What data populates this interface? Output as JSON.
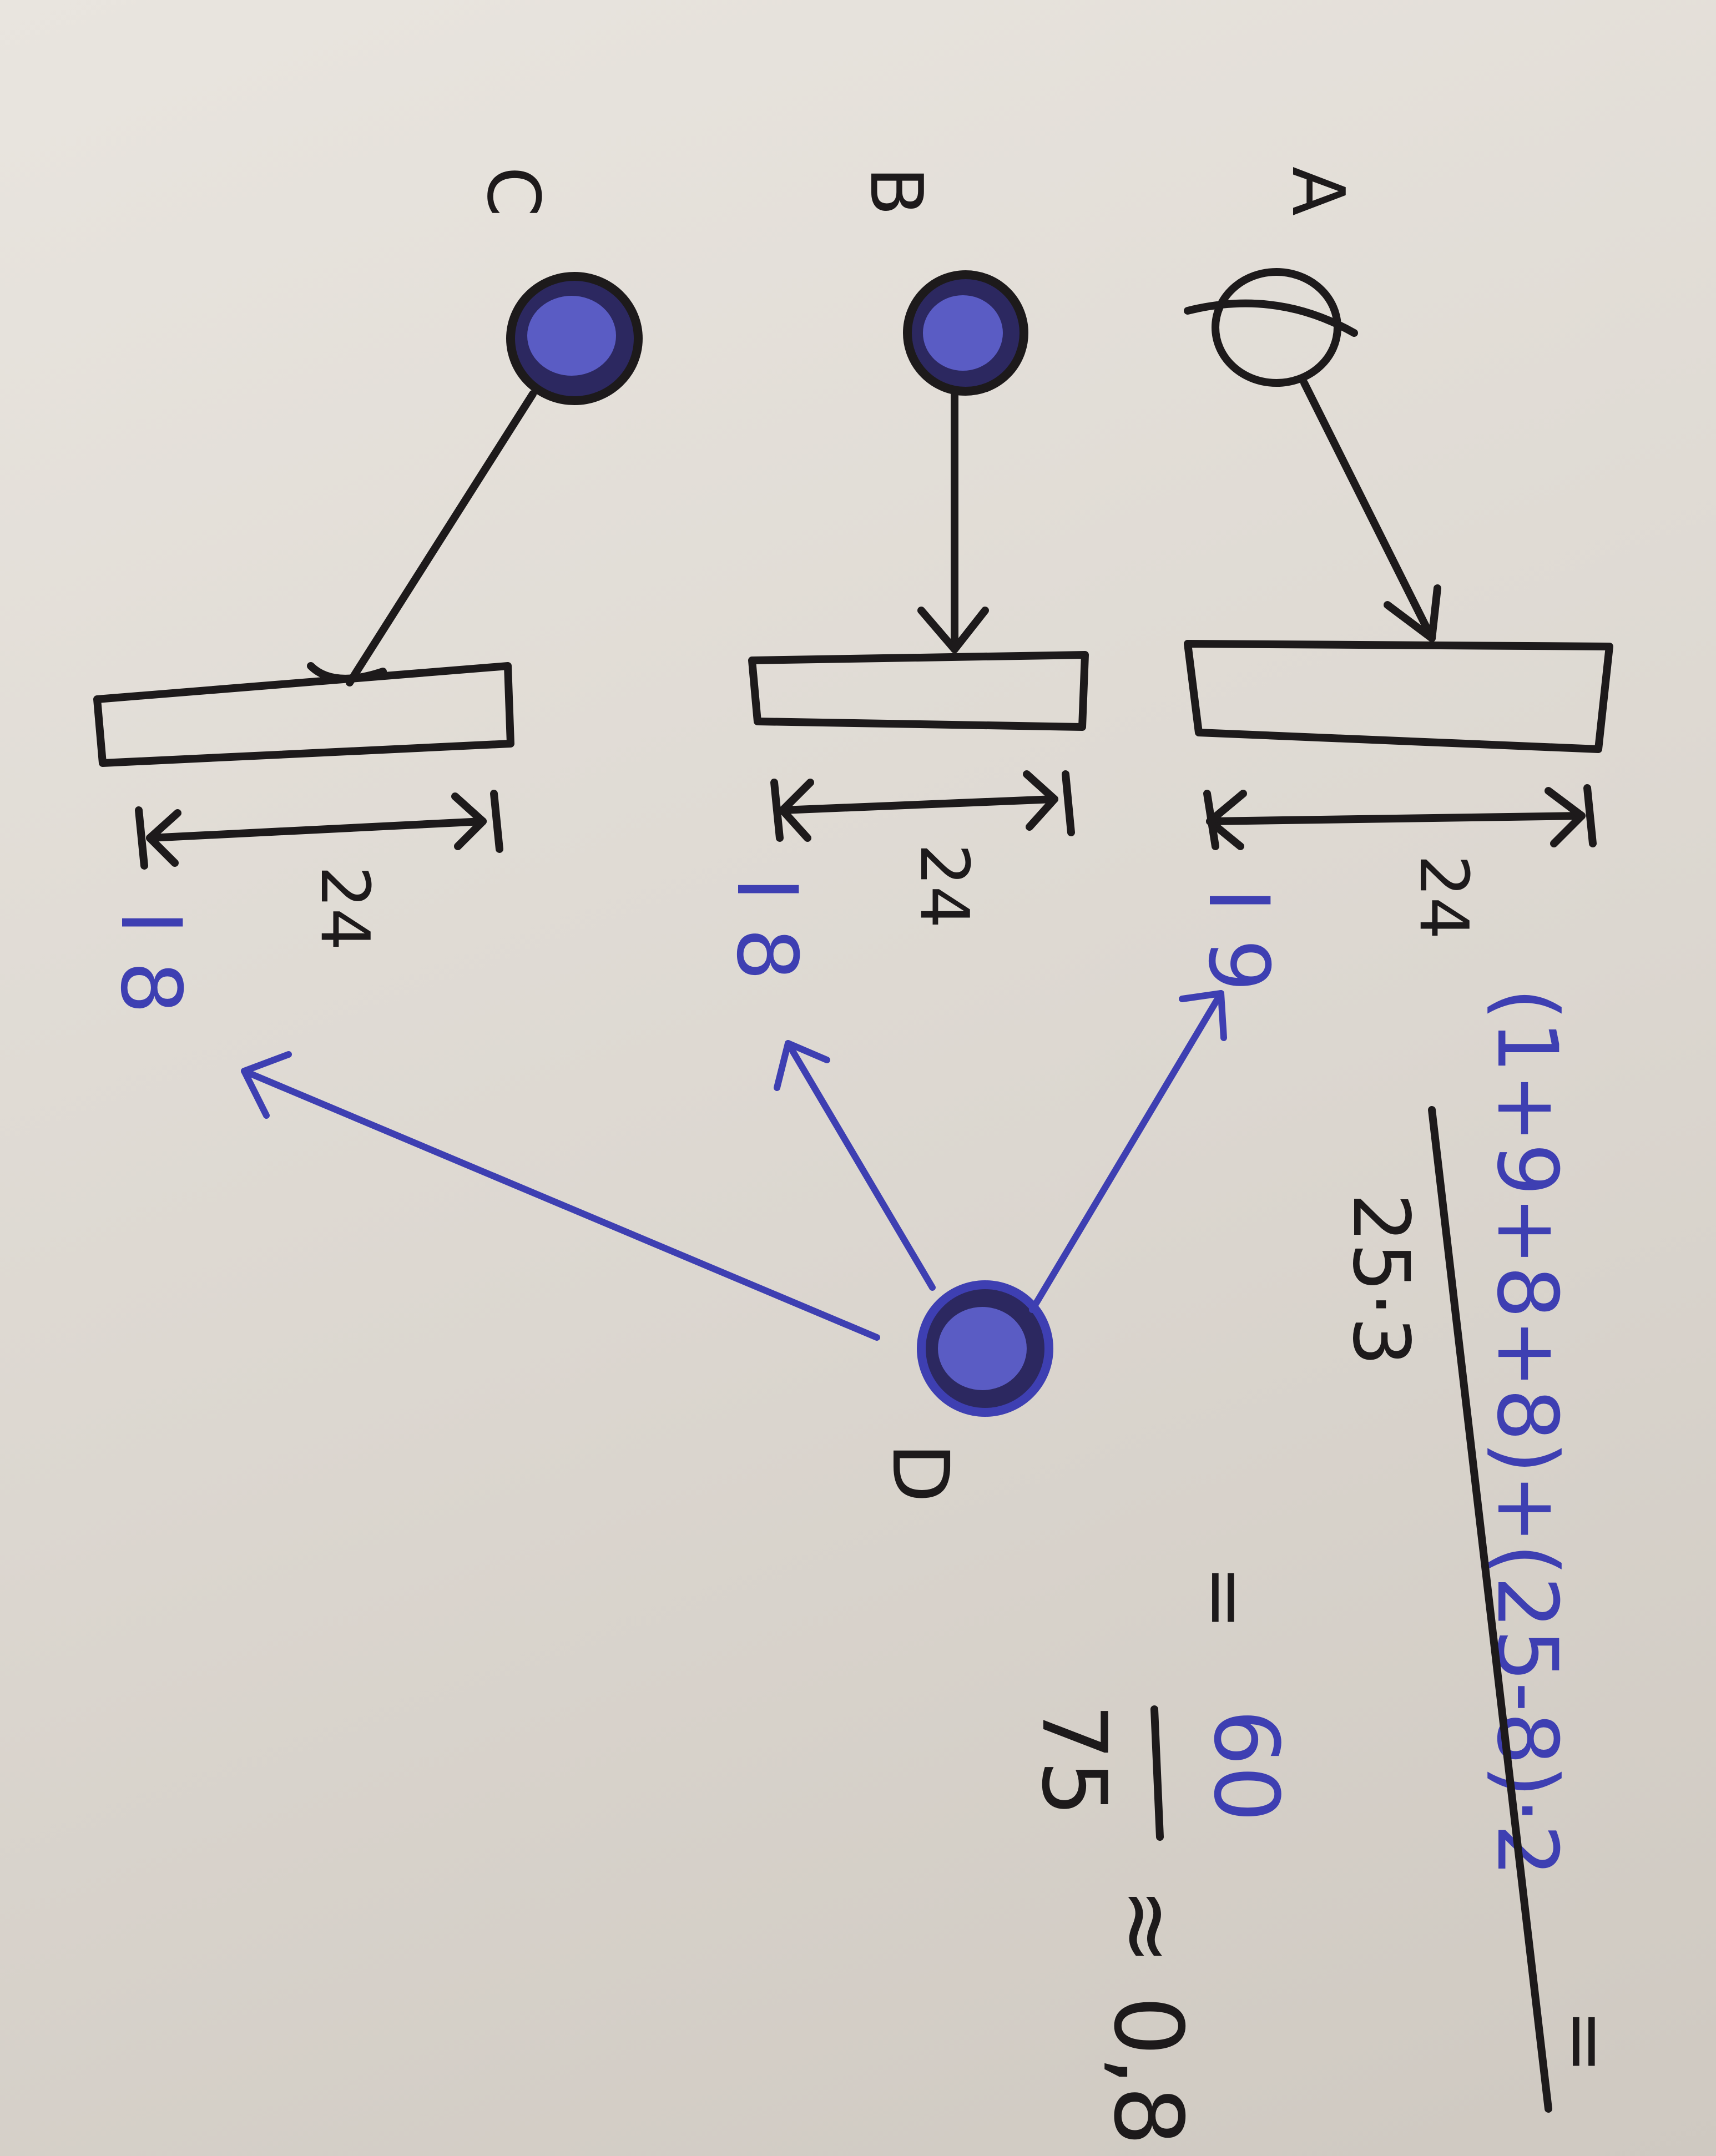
{
  "nodes": {
    "a": {
      "label": "A",
      "filled": false
    },
    "b": {
      "label": "B",
      "filled": true
    },
    "c": {
      "label": "C",
      "filled": true
    },
    "d": {
      "label": "D",
      "filled": true
    }
  },
  "bars": {
    "a": {
      "span": "24",
      "value": "I 9"
    },
    "b": {
      "span": "24",
      "value": "I 8"
    },
    "c": {
      "span": "24",
      "value": "I 8"
    }
  },
  "formula": {
    "numerator": "(1+9+8+8)+(25-8)·2",
    "denominator": "25·3",
    "eq1": "=",
    "eq2": "=",
    "result_num": "60",
    "result_den": "75",
    "result_approx": "≈ 0,8"
  },
  "colors": {
    "ink": "#1d1a1b",
    "blue_ink": "#3e3fb2",
    "paper": "#e4dfd8"
  }
}
